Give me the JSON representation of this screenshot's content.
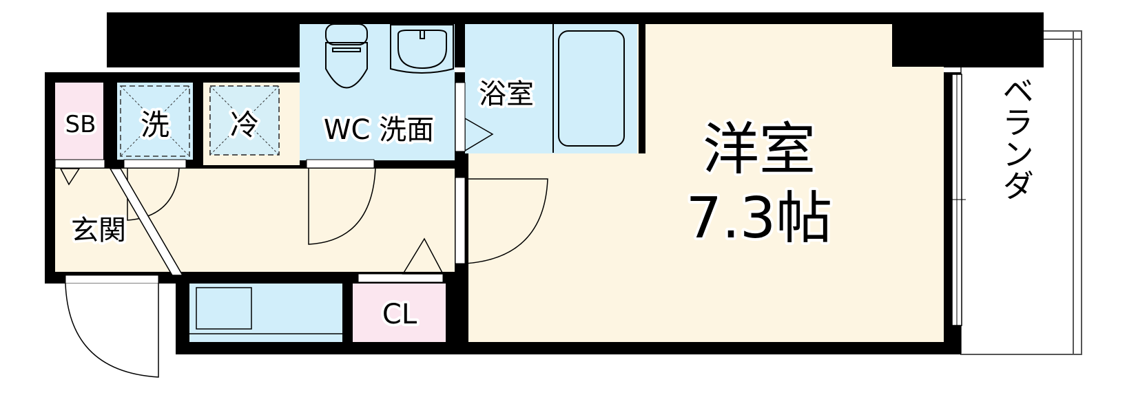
{
  "colors": {
    "wall": "#000000",
    "room_floor": "#fdf5e2",
    "wet_area": "#d1eefa",
    "storage": "#fbe6ef",
    "balcony": "#ffffff"
  },
  "rooms": {
    "sb": {
      "label": "SB"
    },
    "washer": {
      "label": "洗"
    },
    "fridge": {
      "label": "冷"
    },
    "wc_wash": {
      "label": "WC 洗面"
    },
    "bath": {
      "label": "浴室"
    },
    "western_room": {
      "label": "洋室",
      "size": "7.3帖"
    },
    "entrance": {
      "label": "玄関"
    },
    "closet": {
      "label": "CL"
    },
    "balcony": {
      "label": "ベランダ"
    }
  }
}
